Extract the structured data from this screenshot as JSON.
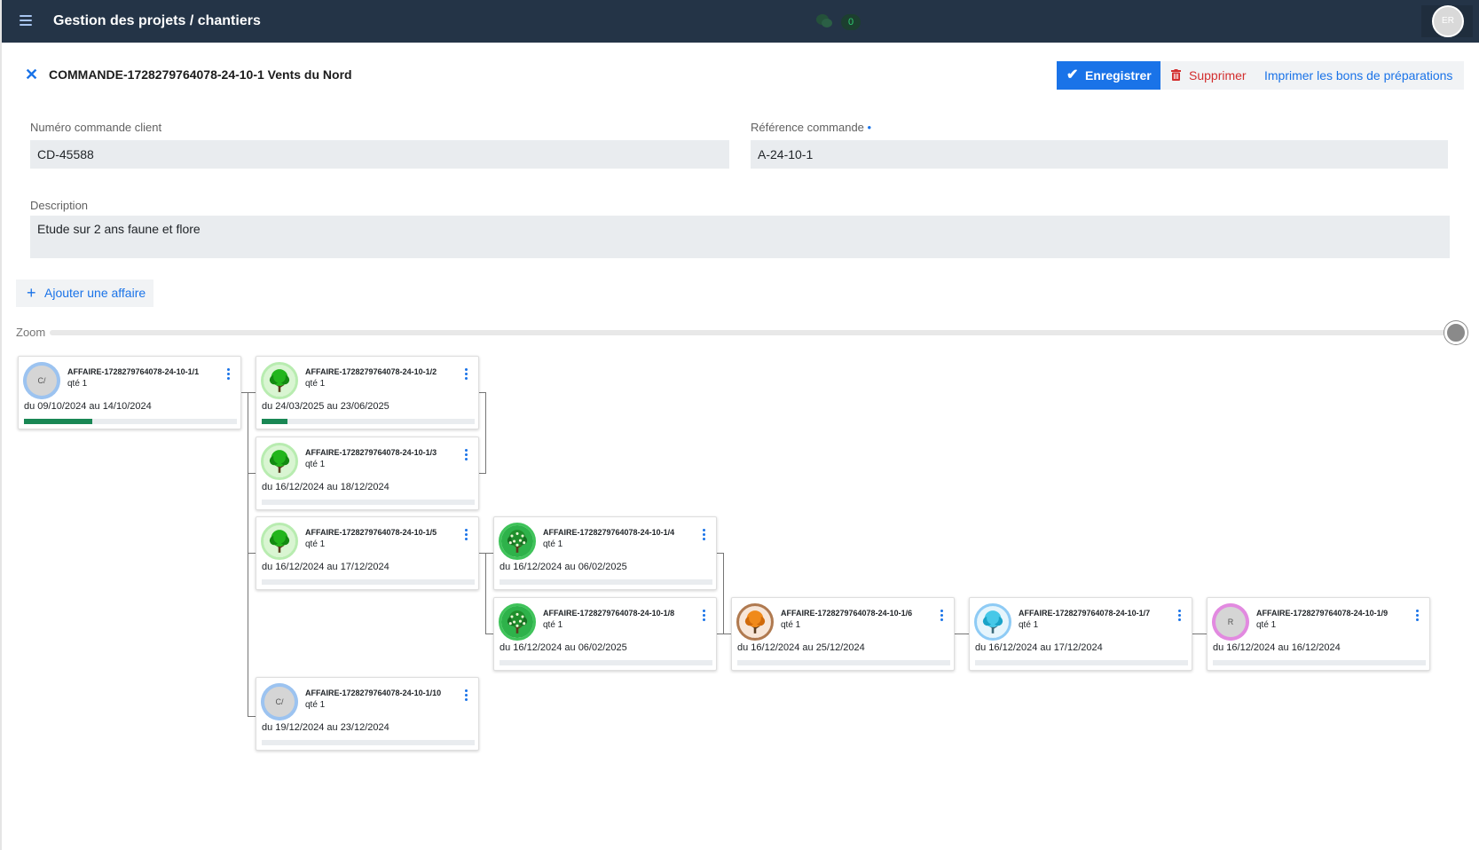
{
  "header": {
    "title": "Gestion des projets / chantiers",
    "chat_count": "0",
    "user_initials": "ER"
  },
  "order": {
    "title": "COMMANDE-1728279764078-24-10-1 Vents du Nord",
    "save_label": "Enregistrer",
    "delete_label": "Supprimer",
    "print_label": "Imprimer les bons de préparations"
  },
  "form": {
    "client_order_label": "Numéro commande client",
    "client_order_value": "CD-45588",
    "reference_label": "Référence commande",
    "reference_required_mark": "•",
    "reference_value": "A-24-10-1",
    "description_label": "Description",
    "description_value": "Etude sur 2 ans faune et flore"
  },
  "add_affaire_label": "Ajouter une affaire",
  "zoom_label": "Zoom",
  "cards": [
    {
      "name": "AFFAIRE-1728279764078-24-10-1/1",
      "qty": "qté 1",
      "dates": "du 09/10/2024 au 14/10/2024",
      "progress": 0.32,
      "avatar": "initials",
      "initials": "C/",
      "ring": "#9cc3f0"
    },
    {
      "name": "AFFAIRE-1728279764078-24-10-1/2",
      "qty": "qté 1",
      "dates": "du 24/03/2025 au 23/06/2025",
      "progress": 0.12,
      "avatar": "tree-green",
      "ring": "#b8ecb0"
    },
    {
      "name": "AFFAIRE-1728279764078-24-10-1/3",
      "qty": "qté 1",
      "dates": "du 16/12/2024 au 18/12/2024",
      "progress": 0,
      "avatar": "tree-green",
      "ring": "#b8ecb0"
    },
    {
      "name": "AFFAIRE-1728279764078-24-10-1/5",
      "qty": "qté 1",
      "dates": "du 16/12/2024 au 17/12/2024",
      "progress": 0,
      "avatar": "tree-green",
      "ring": "#b8ecb0"
    },
    {
      "name": "AFFAIRE-1728279764078-24-10-1/4",
      "qty": "qté 1",
      "dates": "du 16/12/2024 au 06/02/2025",
      "progress": 0,
      "avatar": "tree-fruit",
      "ring": "#3fc35a"
    },
    {
      "name": "AFFAIRE-1728279764078-24-10-1/8",
      "qty": "qté 1",
      "dates": "du 16/12/2024 au 06/02/2025",
      "progress": 0,
      "avatar": "tree-fruit",
      "ring": "#3fc35a"
    },
    {
      "name": "AFFAIRE-1728279764078-24-10-1/6",
      "qty": "qté 1",
      "dates": "du 16/12/2024 au 25/12/2024",
      "progress": 0,
      "avatar": "tree-orange",
      "ring": "#b07a50"
    },
    {
      "name": "AFFAIRE-1728279764078-24-10-1/7",
      "qty": "qté 1",
      "dates": "du 16/12/2024 au 17/12/2024",
      "progress": 0,
      "avatar": "tree-cyan",
      "ring": "#8ecbf5"
    },
    {
      "name": "AFFAIRE-1728279764078-24-10-1/9",
      "qty": "qté 1",
      "dates": "du 16/12/2024 au 16/12/2024",
      "progress": 0,
      "avatar": "initials",
      "initials": "R",
      "ring": "#e28ae0"
    },
    {
      "name": "AFFAIRE-1728279764078-24-10-1/10",
      "qty": "qté 1",
      "dates": "du 19/12/2024 au 23/12/2024",
      "progress": 0,
      "avatar": "initials",
      "initials": "C/",
      "ring": "#9cc3f0"
    }
  ]
}
